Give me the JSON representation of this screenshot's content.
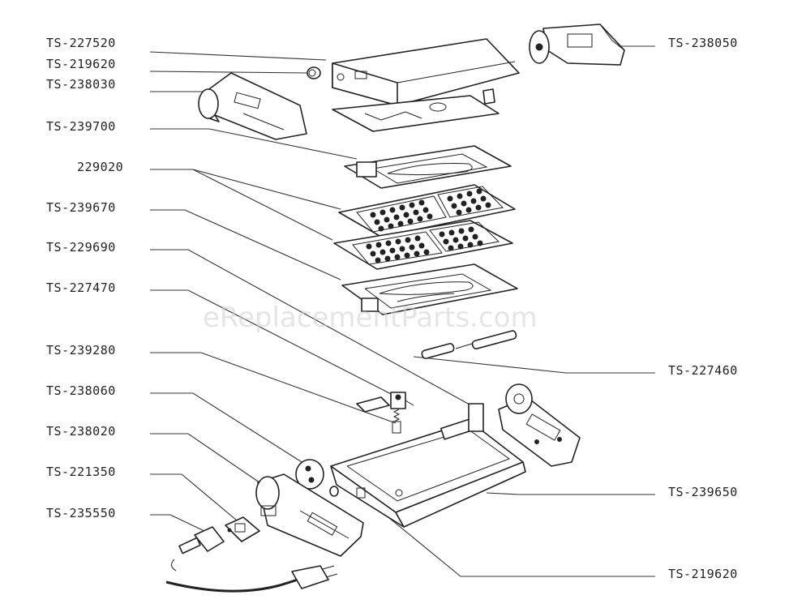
{
  "watermark": "eReplacementParts.com",
  "labels": {
    "ts227520": "TS-227520",
    "ts219620a": "TS-219620",
    "ts238030": "TS-238030",
    "ts239700": "TS-239700",
    "p229020": "229020",
    "ts239670": "TS-239670",
    "ts229690": "TS-229690",
    "ts227470": "TS-227470",
    "ts239280": "TS-239280",
    "ts238060": "TS-238060",
    "ts238020": "TS-238020",
    "ts221350": "TS-221350",
    "ts235550": "TS-235550",
    "ts238050": "TS-238050",
    "ts227460": "TS-227460",
    "ts239650": "TS-239650",
    "ts219620b": "TS-219620"
  }
}
